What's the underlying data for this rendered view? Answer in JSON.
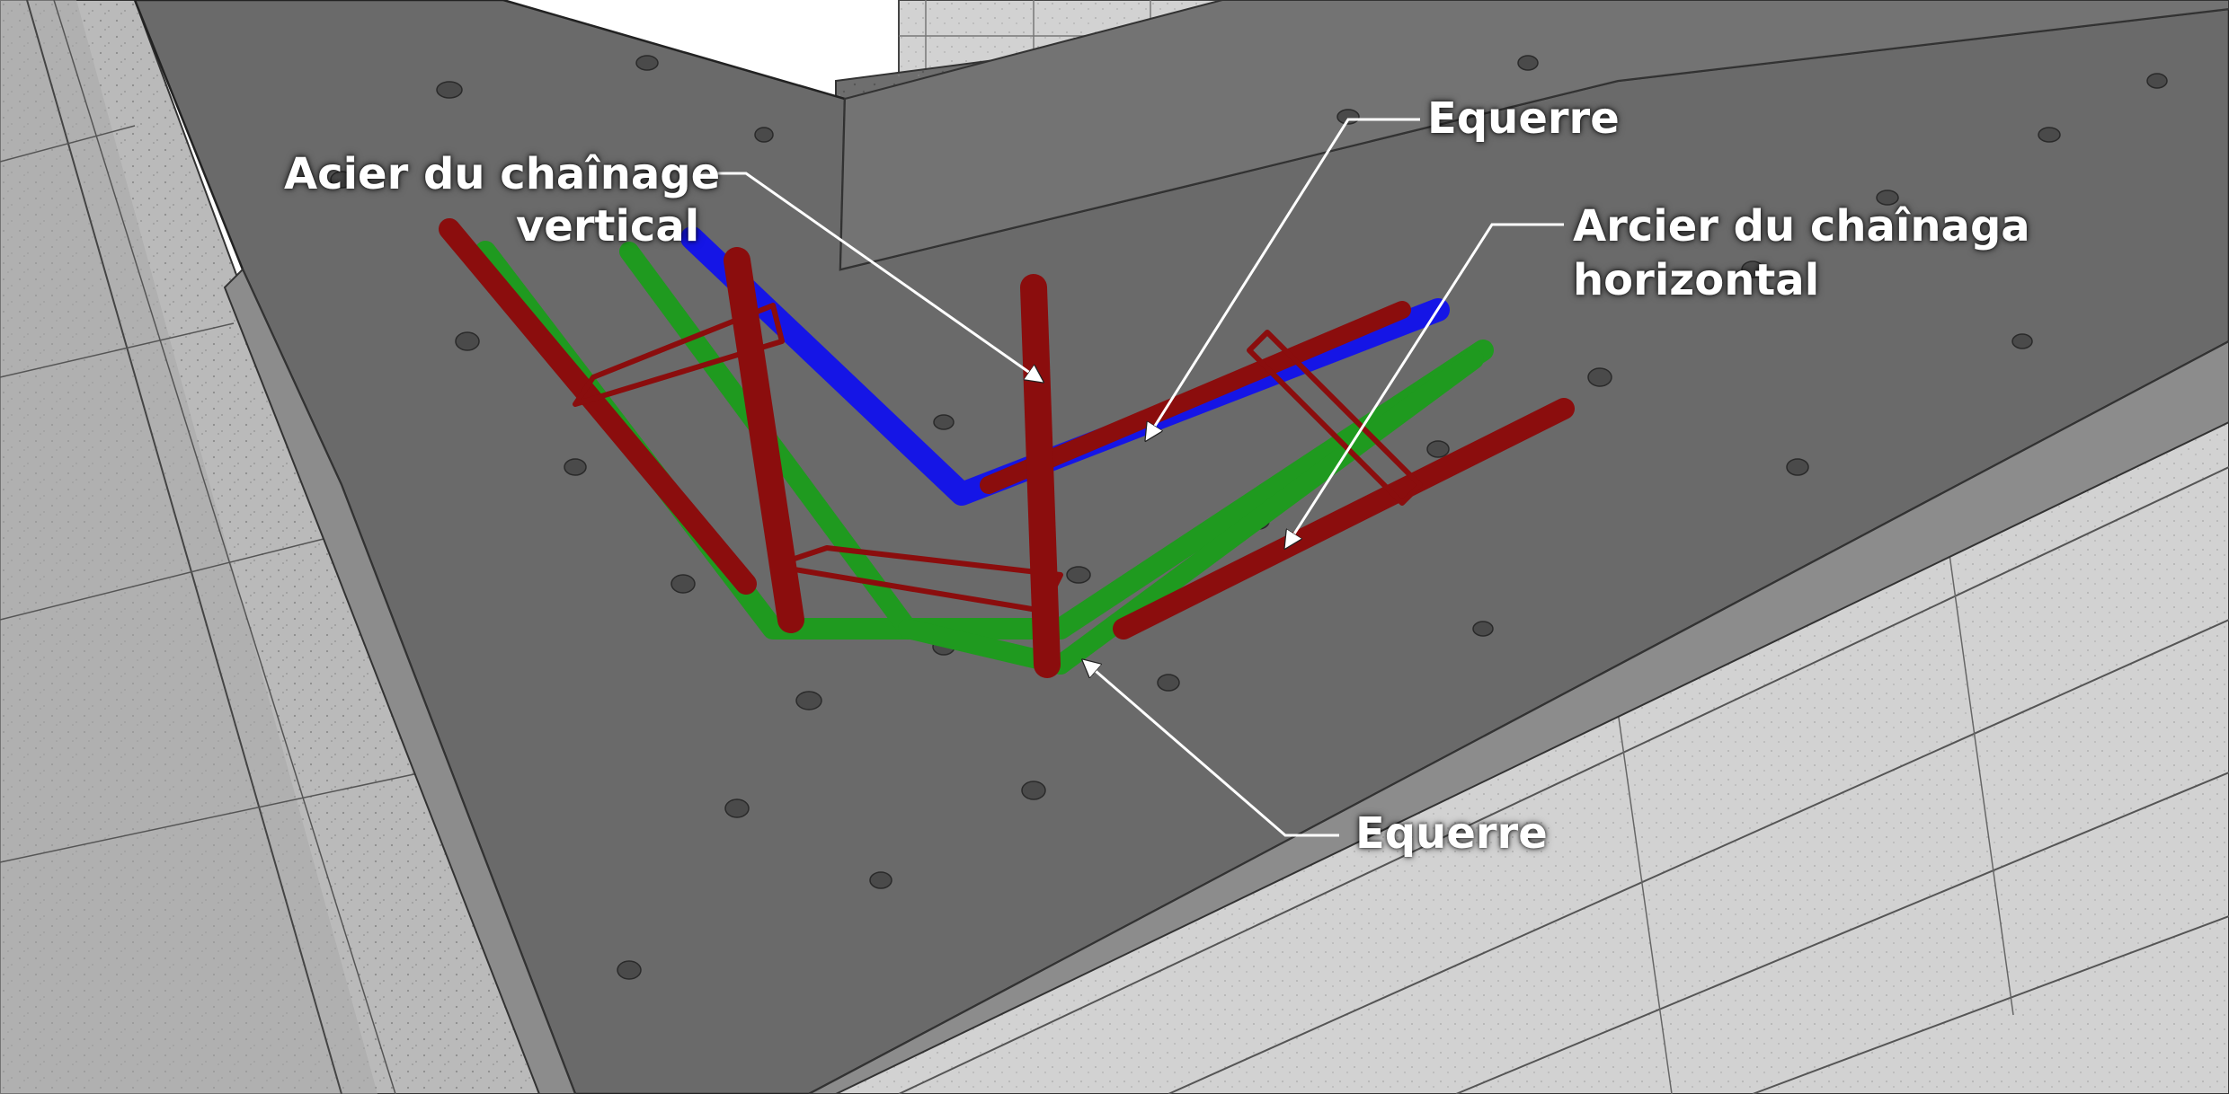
{
  "diagram": {
    "labels": {
      "vertical_line1": "Acier du chaînage",
      "vertical_line2": "vertical",
      "equerre_top": "Equerre",
      "horizontal_line1": "Arcier du chaînaga",
      "horizontal_line2": "horizontal",
      "equerre_bottom": "Equerre"
    },
    "colors": {
      "background": "#ffffff",
      "concrete_top": "#5f5f5f",
      "concrete_side": "#8a8a8a",
      "block_wall": "#bdbdbd",
      "block_wall_dark": "#a2a2a2",
      "vertical_steel": "#8b0d0d",
      "horizontal_steel_blue": "#1515e6",
      "horizontal_steel_green": "#1f9a1f",
      "stirrups": "#8b0d0d",
      "annotation_text": "#ffffff",
      "leader_lines": "#ffffff"
    }
  }
}
